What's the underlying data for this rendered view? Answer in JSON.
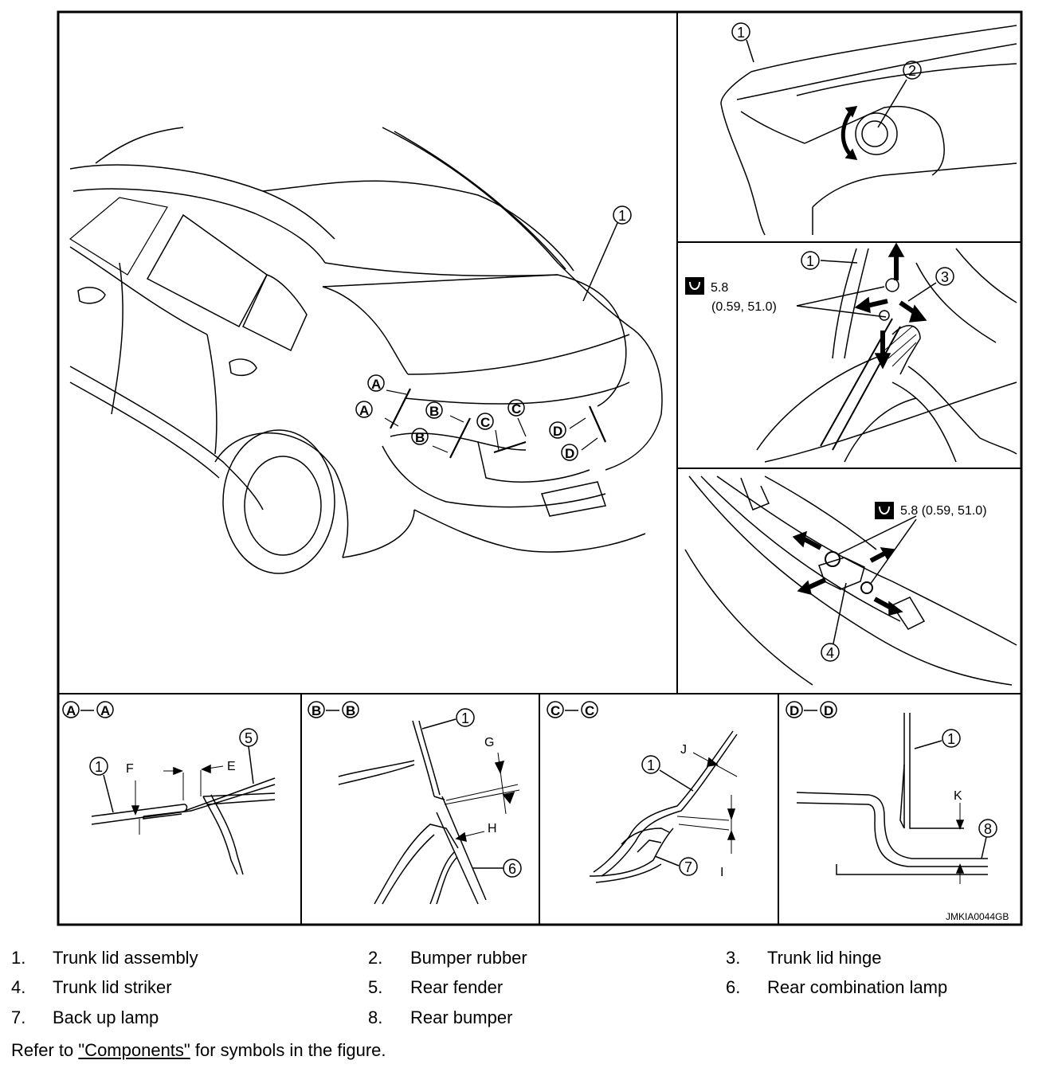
{
  "figure": {
    "code": "JMKIA0044GB",
    "torque_spec_hinge_value": "5.8",
    "torque_spec_hinge_detail": "(0.59, 51.0)",
    "torque_spec_striker": "5.8 (0.59, 51.0)",
    "callouts": [
      "1",
      "2",
      "3",
      "4",
      "5",
      "6",
      "7",
      "8"
    ],
    "section_markers": [
      "A",
      "B",
      "C",
      "D"
    ],
    "section_views": [
      {
        "a": "A",
        "b": "A"
      },
      {
        "a": "B",
        "b": "B"
      },
      {
        "a": "C",
        "b": "C"
      },
      {
        "a": "D",
        "b": "D"
      }
    ],
    "gap_letters": [
      "E",
      "F",
      "G",
      "H",
      "I",
      "J",
      "K"
    ]
  },
  "legend": [
    {
      "num": "1.",
      "label": "Trunk lid assembly"
    },
    {
      "num": "2.",
      "label": "Bumper rubber"
    },
    {
      "num": "3.",
      "label": "Trunk lid hinge"
    },
    {
      "num": "4.",
      "label": "Trunk lid striker"
    },
    {
      "num": "5.",
      "label": "Rear fender"
    },
    {
      "num": "6.",
      "label": "Rear combination lamp"
    },
    {
      "num": "7.",
      "label": "Back up lamp"
    },
    {
      "num": "8.",
      "label": "Rear bumper"
    }
  ],
  "note": {
    "prefix": "Refer to ",
    "link": "\"Components\"",
    "suffix": " for symbols in the figure."
  }
}
